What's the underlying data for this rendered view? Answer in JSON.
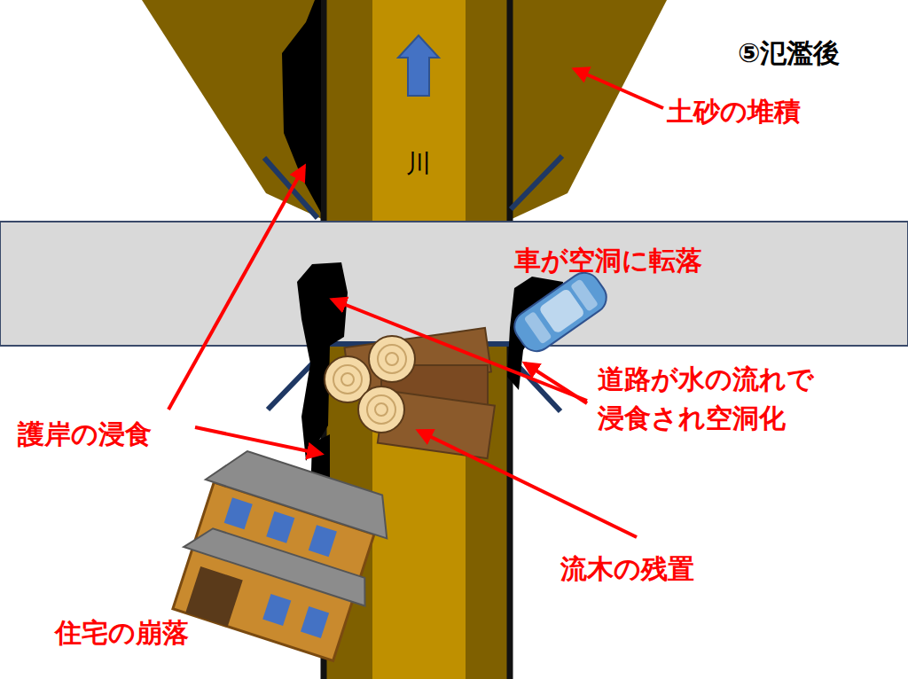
{
  "diagram": {
    "title": "⑤氾濫後",
    "labels": [
      "土砂の堆積",
      "川",
      "車が空洞に転落",
      "道路が水の流れで 浸食され空洞化",
      "護岸の浸食",
      "流木の残置",
      "住宅の崩落"
    ]
  }
}
